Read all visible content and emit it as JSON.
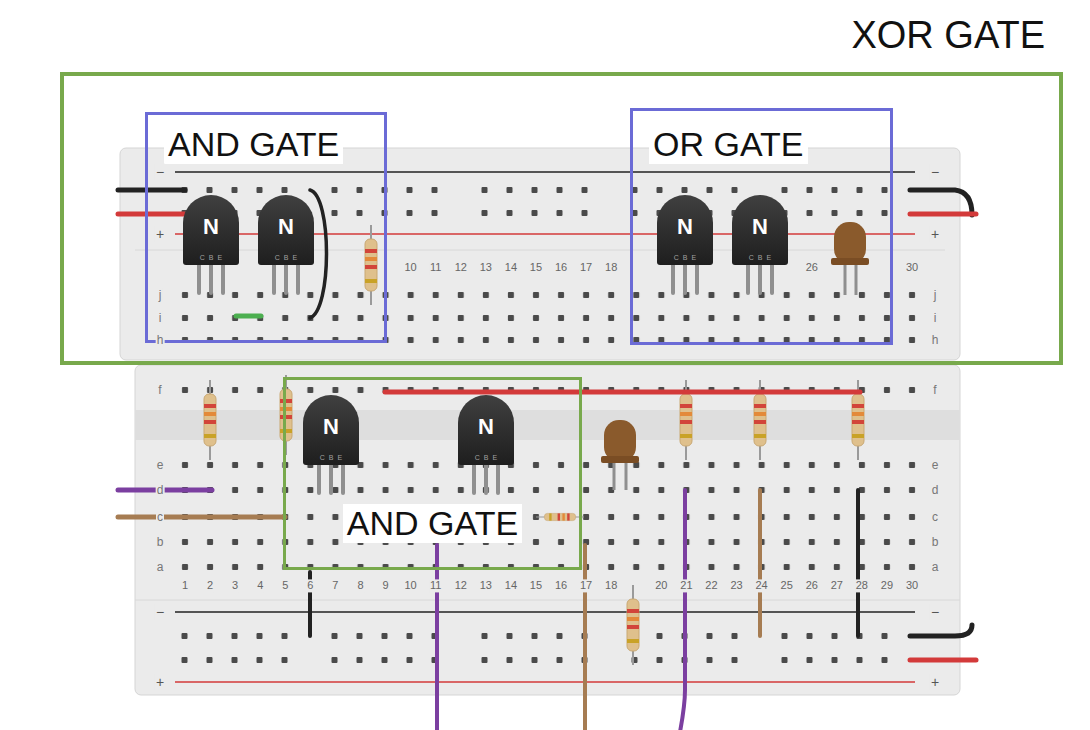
{
  "diagram": {
    "nodes": [
      {
        "text": [
          "XOR GATE"
        ]
      },
      {
        "text": [
          "AND GATE"
        ],
        "in": 0
      },
      {
        "text": [
          "N",
          "C B E"
        ],
        "in": 1
      },
      {
        "text": [
          "N",
          "C B E"
        ],
        "in": 1
      },
      {
        "text": [
          "OR GATE"
        ],
        "in": 0
      },
      {
        "text": [
          "N",
          "C B E"
        ],
        "in": 4
      },
      {
        "text": [
          "N",
          "C B E"
        ],
        "in": 4
      },
      {
        "text": [
          "AND GATE"
        ]
      },
      {
        "text": [
          "N",
          "C B E"
        ],
        "in": 7
      },
      {
        "text": [
          "N",
          "C B E"
        ],
        "in": 7
      }
    ],
    "labels": [
      "10",
      "11",
      "12",
      "13",
      "14",
      "15",
      "16",
      "17",
      "18",
      "26",
      "30",
      "j",
      "i",
      "h",
      "j",
      "i",
      "h",
      "−",
      "+",
      "−",
      "+",
      "f",
      "e",
      "d",
      "c",
      "b",
      "a",
      "f",
      "e",
      "d",
      "c",
      "b",
      "a",
      "1",
      "2",
      "3",
      "4",
      "5",
      "6",
      "7",
      "8",
      "9",
      "10",
      "11",
      "12",
      "13",
      "14",
      "15",
      "16",
      "17",
      "18",
      "20",
      "21",
      "22",
      "23",
      "24",
      "25",
      "26",
      "27",
      "28",
      "29",
      "30",
      "−",
      "+",
      "−",
      "+"
    ]
  }
}
